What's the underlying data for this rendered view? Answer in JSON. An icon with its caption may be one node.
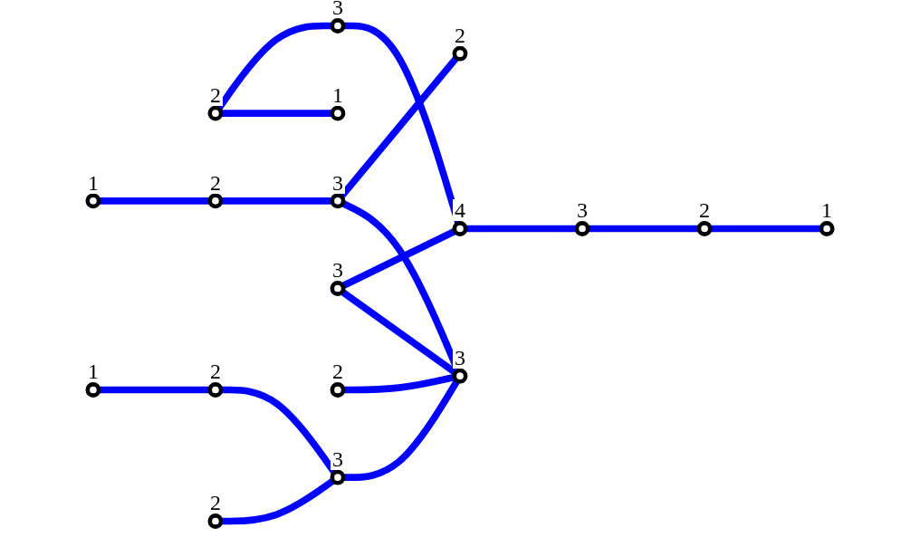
{
  "diagram": {
    "nodes": [
      {
        "text": [],
        "shape": "circle",
        "beside": [
          "2"
        ]
      },
      {
        "text": [],
        "shape": "circle",
        "beside": [
          "1"
        ]
      },
      {
        "text": [],
        "shape": "circle",
        "beside": [
          "3"
        ]
      },
      {
        "text": [],
        "shape": "circle",
        "beside": [
          "1"
        ]
      },
      {
        "text": [],
        "shape": "circle",
        "beside": [
          "3"
        ]
      },
      {
        "text": [],
        "shape": "circle",
        "beside": [
          "3"
        ]
      },
      {
        "text": [],
        "shape": "circle",
        "beside": [
          "2"
        ]
      },
      {
        "text": [],
        "shape": "circle",
        "beside": [
          "2"
        ]
      },
      {
        "text": [],
        "shape": "circle",
        "beside": [
          "4"
        ]
      },
      {
        "text": [],
        "shape": "circle",
        "beside": [
          "2"
        ]
      },
      {
        "text": [],
        "shape": "circle",
        "beside": [
          "1"
        ]
      },
      {
        "text": [],
        "shape": "circle",
        "beside": [
          "3"
        ]
      },
      {
        "text": [],
        "shape": "circle",
        "beside": [
          "3"
        ]
      },
      {
        "text": [],
        "shape": "circle",
        "beside": [
          "1"
        ]
      },
      {
        "text": [],
        "shape": "circle",
        "beside": [
          "2"
        ]
      },
      {
        "text": [],
        "shape": "circle",
        "beside": [
          "2"
        ]
      },
      {
        "text": [],
        "shape": "circle",
        "beside": [
          "2"
        ]
      },
      {
        "text": [],
        "shape": "circle",
        "beside": [
          "3"
        ]
      }
    ],
    "edges": [
      {
        "from": 0,
        "to": 2,
        "arrow": "none"
      },
      {
        "from": 0,
        "to": 3,
        "arrow": "none"
      },
      {
        "from": 2,
        "to": 8,
        "arrow": "none"
      },
      {
        "from": 5,
        "to": 8,
        "arrow": "none"
      },
      {
        "from": 8,
        "to": 11,
        "arrow": "none"
      },
      {
        "from": 11,
        "to": 7,
        "arrow": "none"
      },
      {
        "from": 7,
        "to": 1,
        "arrow": "none"
      },
      {
        "from": 5,
        "to": 12,
        "arrow": "none"
      },
      {
        "from": 13,
        "to": 14,
        "arrow": "none"
      },
      {
        "from": 14,
        "to": 17,
        "arrow": "none"
      },
      {
        "from": 15,
        "to": 17,
        "arrow": "none"
      },
      {
        "from": 17,
        "to": 12,
        "arrow": "none"
      },
      {
        "from": 16,
        "to": 12,
        "arrow": "none"
      },
      {
        "from": 10,
        "to": 6,
        "arrow": "none"
      },
      {
        "from": 6,
        "to": 4,
        "arrow": "none"
      },
      {
        "from": 4,
        "to": 9,
        "arrow": "none"
      },
      {
        "from": 4,
        "to": 12,
        "arrow": "none"
      }
    ]
  }
}
